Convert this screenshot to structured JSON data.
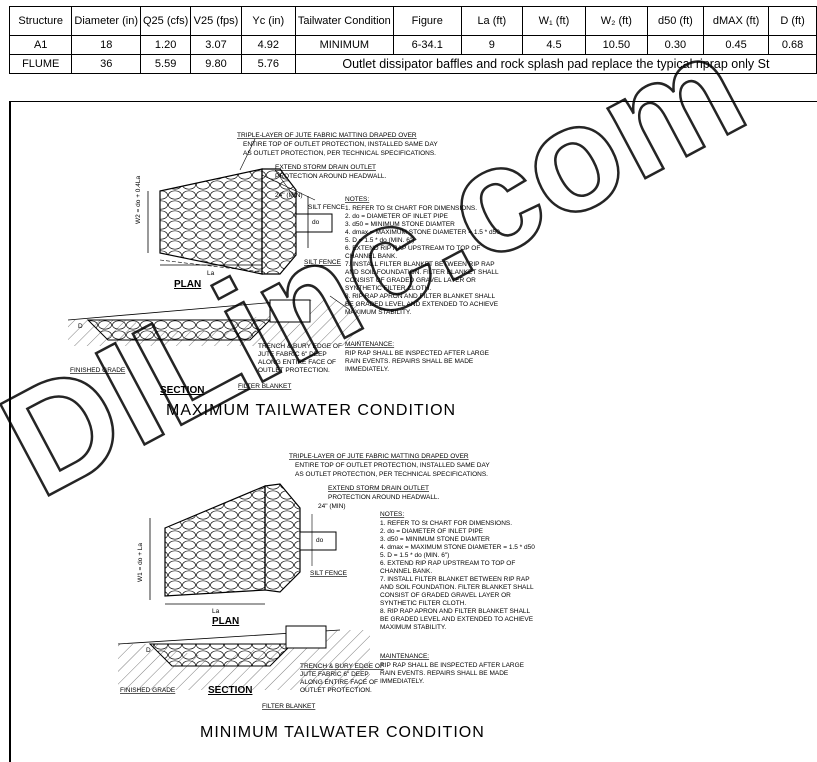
{
  "table": {
    "headers": [
      "Structure",
      "Diameter (in)",
      "Q25 (cfs)",
      "V25 (fps)",
      "Yc (in)",
      "Tailwater Condition",
      "Figure",
      "La (ft)",
      "W₁ (ft)",
      "W₂ (ft)",
      "d50 (ft)",
      "dMAX (ft)",
      "D (ft)"
    ],
    "row_a1": [
      "A1",
      "18",
      "1.20",
      "3.07",
      "4.92",
      "MINIMUM",
      "6-34.1",
      "9",
      "4.5",
      "10.50",
      "0.30",
      "0.45",
      "0.68"
    ],
    "row_flume": {
      "structure": "FLUME",
      "diameter": "36",
      "q25": "5.59",
      "v25": "9.80",
      "yc": "5.76",
      "note": "Outlet dissipator baffles and rock splash pad replace the typical riprap only St"
    }
  },
  "top_drawing": {
    "jute_note_1": "TRIPLE-LAYER OF JUTE FABRIC MATTING DRAPED OVER",
    "jute_note_2": "ENTIRE TOP OF OUTLET PROTECTION, INSTALLED SAME DAY",
    "jute_note_3": "AS OUTLET PROTECTION, PER TECHNICAL SPECIFICATIONS.",
    "storm_1": "EXTEND STORM DRAIN OUTLET",
    "storm_2": "PROTECTION AROUND HEADWALL.",
    "min24": "24\" (MIN)",
    "silt1": "SILT FENCE",
    "silt2": "SILT FENCE",
    "do": "do",
    "la": "La",
    "w2": "W2 = do + 0.4La",
    "plan": "PLAN",
    "section": "SECTION",
    "d": "D",
    "finished_grade": "FINISHED GRADE",
    "trench_1": "TRENCH & BURY EDGE OF",
    "trench_2": "JUTE FABRIC 6\" DEEP",
    "trench_3": "ALONG ENTIRE FACE OF",
    "trench_4": "OUTLET PROTECTION.",
    "filter": "FILTER BLANKET",
    "notes_title": "NOTES:",
    "notes": [
      "1. REFER TO St CHART FOR DIMENSIONS.",
      "2. do = DIAMETER OF INLET PIPE",
      "3. d50 = MINIMUM STONE DIAMTER",
      "4. dmax = MAXIMUM STONE DIAMETER = 1.5 * d50",
      "5. D = 1.5 * do (MIN. 6\")",
      "6. EXTEND RIP RAP UPSTREAM TO TOP OF",
      "CHANNEL BANK.",
      "7. INSTALL FILTER BLANKET BETWEEN RIP RAP",
      "AND SOIL FOUNDATION. FILTER BLANKET SHALL",
      "CONSIST OF GRADED GRAVEL LAYER OR",
      "SYNTHETIC FILTER CLOTH.",
      "8. RIP RAP APRON AND FILTER BLANKET SHALL",
      "BE GRADED LEVEL AND EXTENDED TO ACHIEVE",
      "MAXIMUM STABILITY."
    ],
    "maint_title": "MAINTENANCE:",
    "maint": [
      "RIP RAP SHALL BE INSPECTED AFTER LARGE",
      "RAIN EVENTS. REPAIRS SHALL BE MADE",
      "IMMEDIATELY."
    ],
    "caption": "MAXIMUM TAILWATER CONDITION"
  },
  "bottom_drawing": {
    "w1": "W1 = do + La",
    "caption": "MINIMUM TAILWATER CONDITION"
  },
  "watermark": "DILinc.com"
}
